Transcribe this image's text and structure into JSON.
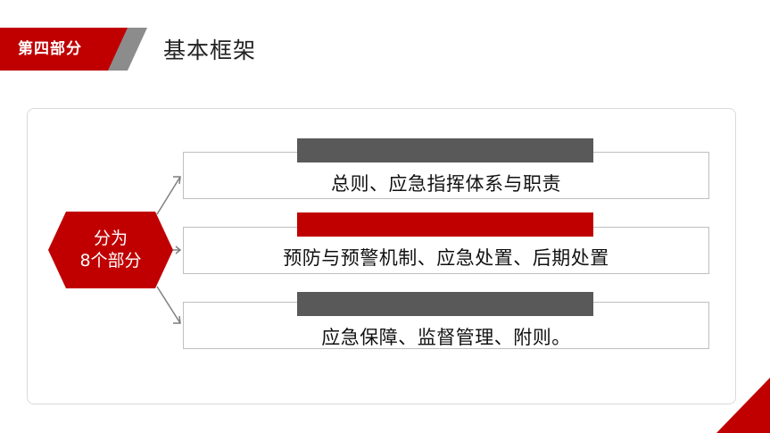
{
  "header": {
    "section_label": "第四部分",
    "title": "基本框架"
  },
  "center_hex": {
    "line1": "分为",
    "line2": "8个部分"
  },
  "items": [
    {
      "text": "总则、应急指挥体系与职责",
      "bar_color": "#595959"
    },
    {
      "text": "预防与预警机制、应急处置、后期处置",
      "bar_color": "#c00000"
    },
    {
      "text": "应急保障、监督管理、附则。",
      "bar_color": "#595959"
    }
  ],
  "colors": {
    "accent": "#c00000",
    "gray": "#595959",
    "stripe_gray": "#8c8c8c",
    "border": "#bfbfbf"
  }
}
